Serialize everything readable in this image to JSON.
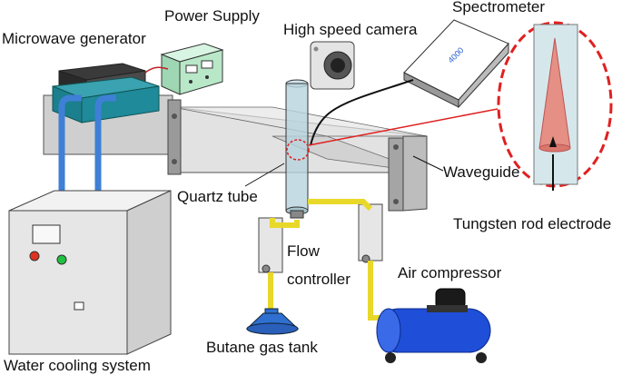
{
  "labels": {
    "power_supply": "Power Supply",
    "microwave_generator": "Microwave generator",
    "high_speed_camera": "High speed camera",
    "spectrometer": "Spectrometer",
    "waveguide": "Waveguide",
    "quartz_tube": "Quartz tube",
    "tungsten_rod": "Tungsten rod electrode",
    "flow_line1": "Flow",
    "flow_line2": "controller",
    "air_compressor": "Air compressor",
    "butane_tank": "Butane gas tank",
    "water_cooling": "Water cooling system",
    "spectrometer_model": "4000"
  },
  "colors": {
    "cooling_body": "#e4e4e4",
    "generator_teal": "#1e8a9a",
    "pipe_blue": "#3f7fd6",
    "gas_line_yellow": "#e8d82a",
    "compressor_blue": "#1f4fd8",
    "tank_blue": "#2f6fd0",
    "flame_pink": "#e58f85",
    "zoom_red": "#e02020",
    "power_supply_green": "#b8e8c8"
  }
}
